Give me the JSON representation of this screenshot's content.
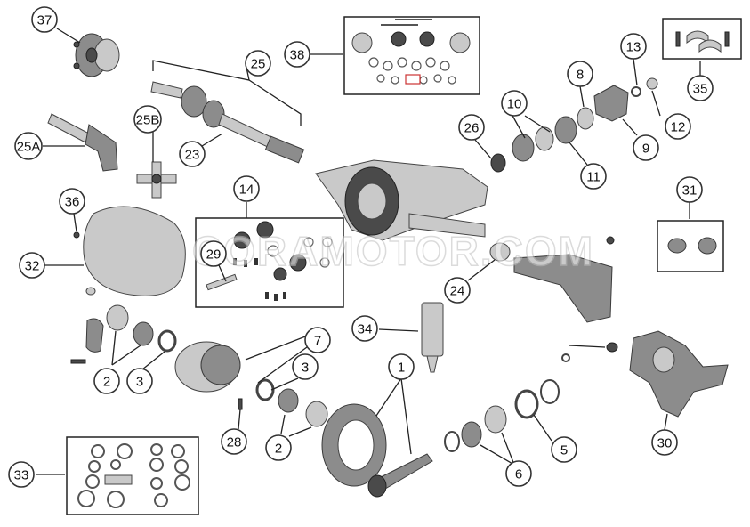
{
  "watermark": "CORAMOTOR.COM",
  "callouts": [
    {
      "id": "c37",
      "label": "37"
    },
    {
      "id": "c25",
      "label": "25"
    },
    {
      "id": "c38",
      "label": "38"
    },
    {
      "id": "c13",
      "label": "13"
    },
    {
      "id": "c35",
      "label": "35"
    },
    {
      "id": "c8",
      "label": "8"
    },
    {
      "id": "c10",
      "label": "10"
    },
    {
      "id": "c12",
      "label": "12"
    },
    {
      "id": "c26",
      "label": "26"
    },
    {
      "id": "c9",
      "label": "9"
    },
    {
      "id": "c11",
      "label": "11"
    },
    {
      "id": "c25a",
      "label": "25A"
    },
    {
      "id": "c25b",
      "label": "25B"
    },
    {
      "id": "c23",
      "label": "23"
    },
    {
      "id": "c14",
      "label": "14"
    },
    {
      "id": "c36",
      "label": "36"
    },
    {
      "id": "c31",
      "label": "31"
    },
    {
      "id": "c32",
      "label": "32"
    },
    {
      "id": "c29",
      "label": "29"
    },
    {
      "id": "c24",
      "label": "24"
    },
    {
      "id": "c34",
      "label": "34"
    },
    {
      "id": "c7",
      "label": "7"
    },
    {
      "id": "c1",
      "label": "1"
    },
    {
      "id": "c2a",
      "label": "2"
    },
    {
      "id": "c3a",
      "label": "3"
    },
    {
      "id": "c3b",
      "label": "3"
    },
    {
      "id": "c2b",
      "label": "2"
    },
    {
      "id": "c28",
      "label": "28"
    },
    {
      "id": "c5",
      "label": "5"
    },
    {
      "id": "c30",
      "label": "30"
    },
    {
      "id": "c6",
      "label": "6"
    },
    {
      "id": "c33",
      "label": "33"
    }
  ]
}
